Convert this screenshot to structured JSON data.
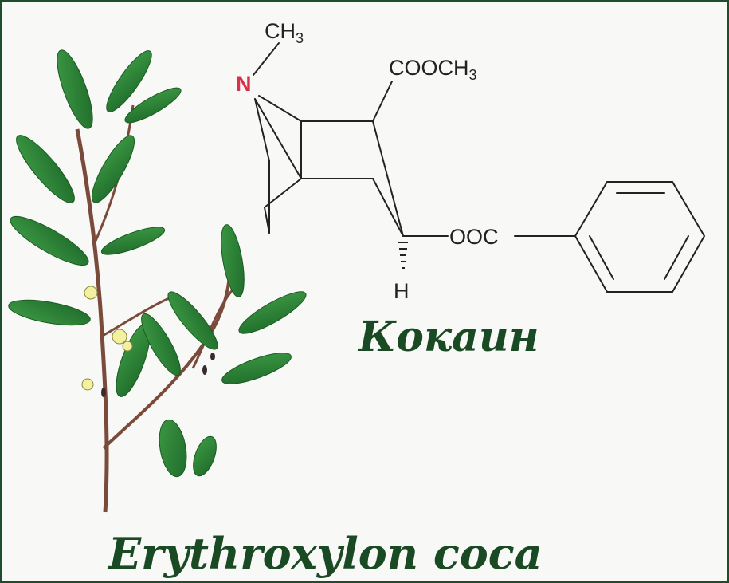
{
  "molecule": {
    "label_methyl": "CH",
    "label_methyl_sub": "3",
    "label_nitrogen": "N",
    "label_ester": "COOCH",
    "label_ester_sub": "3",
    "label_benzoyl": "OOC",
    "label_hydrogen": "H",
    "nitrogen_color": "#d8324a"
  },
  "captions": {
    "compound": "Кокаин",
    "plant": "Erythroxylon coca"
  },
  "colors": {
    "caption": "#1a4a24",
    "frame": "#1d4d2c",
    "leaf": "#2f8a3a",
    "stem": "#7a4a3a"
  }
}
